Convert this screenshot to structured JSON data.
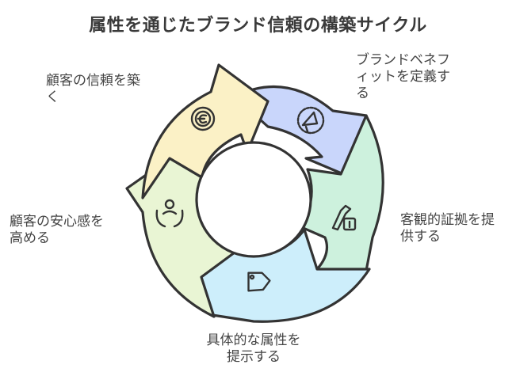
{
  "title": "属性を通じたブランド信頼の構築サイクル",
  "steps": [
    {
      "label": "ブランドベネフ\nィットを定義す\nる",
      "icon": "megaphone-icon",
      "color": "#c9d6fb"
    },
    {
      "label": "客観的証拠を提\n供する",
      "icon": "document-pen-icon",
      "color": "#cdf1dd"
    },
    {
      "label": "具体的な属性を\n提示する",
      "icon": "price-tag-icon",
      "color": "#cdeefb"
    },
    {
      "label": "顧客の安心感を\n高める",
      "icon": "person-hands-icon",
      "color": "#e9f5d4"
    },
    {
      "label": "顧客の信頼を築\nく",
      "icon": "euro-coin-icon",
      "color": "#fbf1c6"
    }
  ]
}
